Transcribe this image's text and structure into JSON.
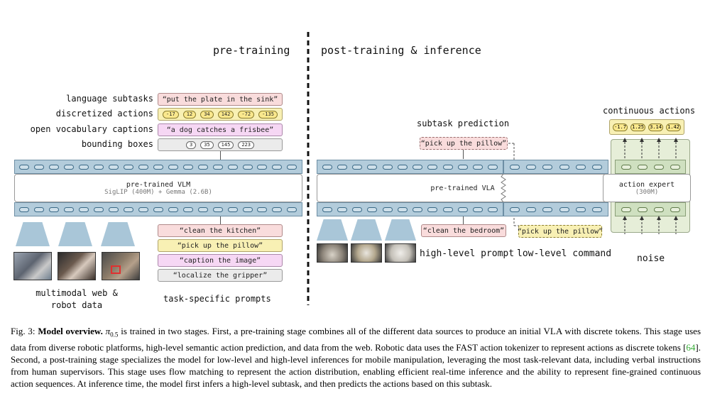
{
  "headings": {
    "pretraining": "pre-training",
    "posttraining": "post-training & inference"
  },
  "left": {
    "row_labels": [
      "language subtasks",
      "discretized actions",
      "open vocabulary captions",
      "bounding boxes"
    ],
    "subtask_text": "“put the plate in the sink”",
    "action_tokens": [
      "-17",
      "12",
      "34",
      "142",
      "-72",
      "-135"
    ],
    "caption_text": "“a dog catches a frisbee”",
    "bbox_tokens": [
      "3",
      "35",
      "145",
      "223"
    ],
    "vlm_title": "pre-trained VLM",
    "vlm_subtitle": "SigLIP (400M) + Gemma (2.6B)",
    "prompts": [
      "“clean the kitchen”",
      "“pick up the pillow”",
      "“caption the image”",
      "“localize the gripper”"
    ],
    "data_label_line1": "multimodal web &",
    "data_label_line2": "robot data",
    "prompts_label": "task-specific prompts"
  },
  "right": {
    "subtask_label": "subtask prediction",
    "subtask_pred": "“pick up the pillow”",
    "vla_title": "pre-trained VLA",
    "prompt_box": "“clean the bedroom”",
    "low_level_box": "“pick up the pillow”",
    "high_level_label": "high-level prompt",
    "low_level_label": "low-level command",
    "continuous_label": "continuous actions",
    "cont_tokens": [
      "-1.7",
      "1.25",
      "3.14",
      "1.42"
    ],
    "expert_title": "action expert",
    "expert_subtitle": "(300M)",
    "noise_label": "noise"
  },
  "caption": {
    "prefix": "Fig. 3: ",
    "bold": "Model overview.",
    "pi_symbol": "π",
    "pi_sub": "0.5",
    "text1": " is trained in two stages. First, a pre-training stage combines all of the different data sources to produce an initial VLA with discrete tokens. This stage uses data from diverse robotic platforms, high-level semantic action prediction, and data from the web. Robotic data uses the FAST action tokenizer to represent actions as discrete tokens [",
    "cite": "64",
    "text2": "]. Second, a post-training stage specializes the model for low-level and high-level inferences for mobile manipulation, leveraging the most task-relevant data, including verbal instructions from human supervisors. This stage uses flow matching to represent the action distribution, enabling efficient real-time inference and the ability to represent fine-grained continuous action sequences. At inference time, the model first infers a high-level subtask, and then predicts the actions based on this subtask.",
    "cite_color": "#33aa33"
  },
  "colors": {
    "token_row": "#b3ccdb",
    "pink": "#f9dcdc",
    "yellow": "#f8f0b4",
    "magenta": "#f6d7f4",
    "expert_bg": "#e6eed8"
  }
}
